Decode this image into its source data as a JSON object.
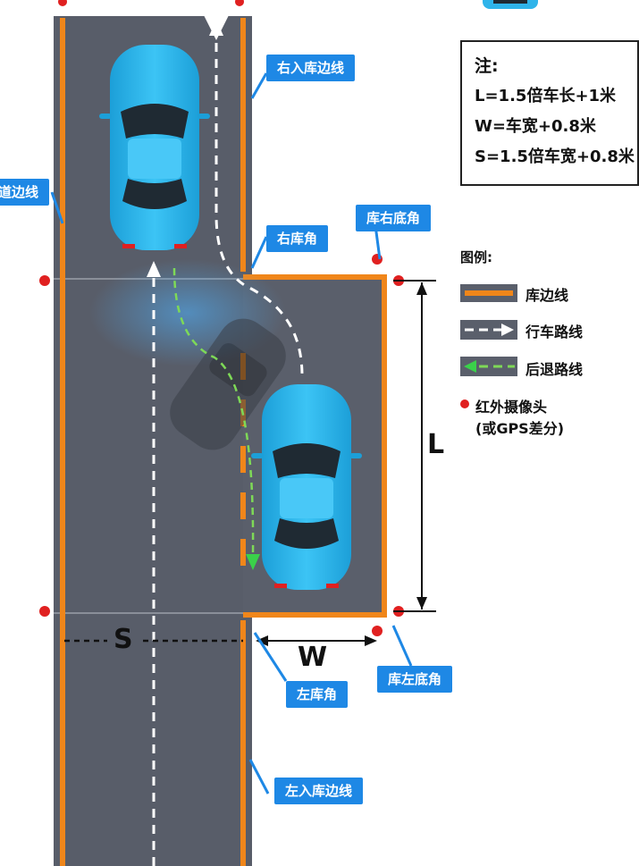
{
  "labels": {
    "road_edge": "道边线",
    "right_entry": "右入库边线",
    "right_corner": "右库角",
    "right_bottom_corner": "库右底角",
    "left_corner": "左库角",
    "left_bottom_corner": "库左底角",
    "left_entry": "左入库边线"
  },
  "notes": {
    "title": "注:",
    "lines": [
      "L=1.5倍车长+1米",
      "W=车宽+0.8米",
      "S=1.5倍车宽+0.8米"
    ]
  },
  "legend": {
    "title": "图例:",
    "items": [
      {
        "label": "库边线",
        "icon": "orange-line-icon"
      },
      {
        "label": "行车路线",
        "icon": "white-dashed-arrow-icon"
      },
      {
        "label": "后退路线",
        "icon": "green-dashed-arrow-icon"
      },
      {
        "label": "红外摄像头",
        "icon": "red-dot-icon"
      },
      {
        "label": "(或GPS差分)",
        "icon": ""
      }
    ]
  },
  "dimensions": {
    "L": "L",
    "W": "W",
    "S": "S"
  },
  "colors": {
    "road": "#5a5f6b",
    "edge_line": "#f0861a",
    "car_body": "#2fb4ea",
    "callout": "#1e88e5",
    "camera": "#e02020",
    "reverse_path": "#7ed957"
  }
}
